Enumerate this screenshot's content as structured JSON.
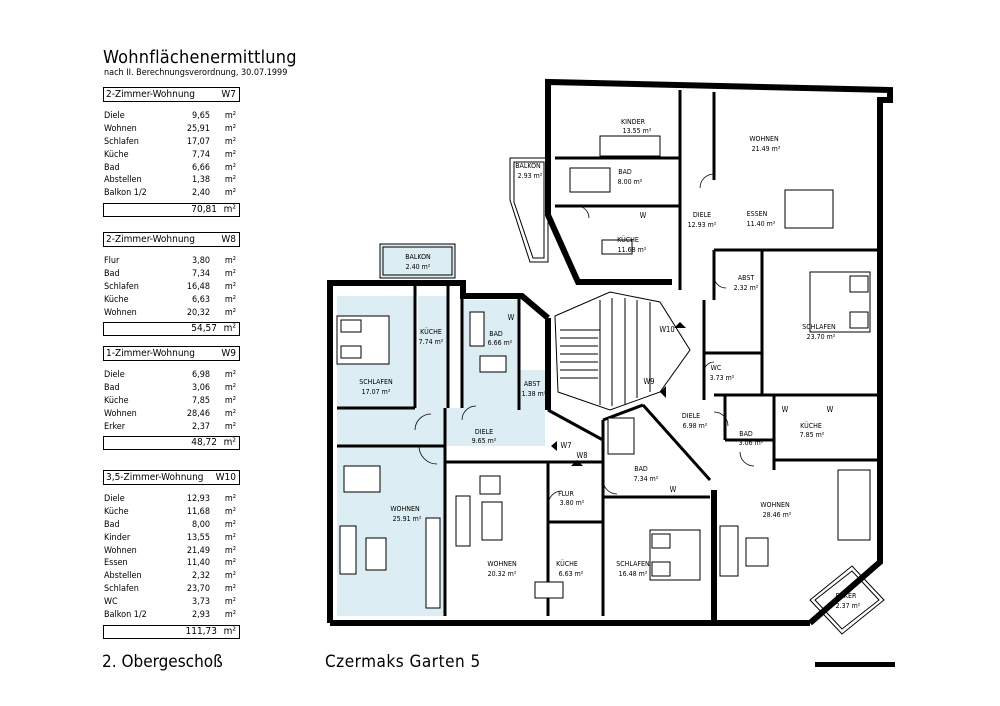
{
  "header": {
    "title": "Wohnflächenermittlung",
    "subtitle": "nach II. Berechnungsverordnung, 30.07.1999"
  },
  "tables": [
    {
      "name": "2-Zimmer-Wohnung",
      "code": "W7",
      "rows": [
        {
          "label": "Diele",
          "value": "9,65",
          "unit": "m²"
        },
        {
          "label": "Wohnen",
          "value": "25,91",
          "unit": "m²"
        },
        {
          "label": "Schlafen",
          "value": "17,07",
          "unit": "m²"
        },
        {
          "label": "Küche",
          "value": "7,74",
          "unit": "m²"
        },
        {
          "label": "Bad",
          "value": "6,66",
          "unit": "m²"
        },
        {
          "label": "Abstellen",
          "value": "1,38",
          "unit": "m²"
        },
        {
          "label": "Balkon 1/2",
          "value": "2,40",
          "unit": "m²"
        }
      ],
      "total": "70,81",
      "total_unit": "m²"
    },
    {
      "name": "2-Zimmer-Wohnung",
      "code": "W8",
      "rows": [
        {
          "label": "Flur",
          "value": "3,80",
          "unit": "m²"
        },
        {
          "label": "Bad",
          "value": "7,34",
          "unit": "m²"
        },
        {
          "label": "Schlafen",
          "value": "16,48",
          "unit": "m²"
        },
        {
          "label": "Küche",
          "value": "6,63",
          "unit": "m²"
        },
        {
          "label": "Wohnen",
          "value": "20,32",
          "unit": "m²"
        }
      ],
      "total": "54,57",
      "total_unit": "m²"
    },
    {
      "name": "1-Zimmer-Wohnung",
      "code": "W9",
      "rows": [
        {
          "label": "Diele",
          "value": "6,98",
          "unit": "m²"
        },
        {
          "label": "Bad",
          "value": "3,06",
          "unit": "m²"
        },
        {
          "label": "Küche",
          "value": "7,85",
          "unit": "m²"
        },
        {
          "label": "Wohnen",
          "value": "28,46",
          "unit": "m²"
        },
        {
          "label": "Erker",
          "value": "2,37",
          "unit": "m²"
        }
      ],
      "total": "48,72",
      "total_unit": "m²"
    },
    {
      "name": "3,5-Zimmer-Wohnung",
      "code": "W10",
      "rows": [
        {
          "label": "Diele",
          "value": "12,93",
          "unit": "m²"
        },
        {
          "label": "Küche",
          "value": "11,68",
          "unit": "m²"
        },
        {
          "label": "Bad",
          "value": "8,00",
          "unit": "m²"
        },
        {
          "label": "Kinder",
          "value": "13,55",
          "unit": "m²"
        },
        {
          "label": "Wohnen",
          "value": "21,49",
          "unit": "m²"
        },
        {
          "label": "Essen",
          "value": "11,40",
          "unit": "m²"
        },
        {
          "label": "Abstellen",
          "value": "2,32",
          "unit": "m²"
        },
        {
          "label": "Schlafen",
          "value": "23,70",
          "unit": "m²"
        },
        {
          "label": "WC",
          "value": "3,73",
          "unit": "m²"
        },
        {
          "label": "Balkon 1/2",
          "value": "2,93",
          "unit": "m²"
        }
      ],
      "total": "111,73",
      "total_unit": "m²"
    }
  ],
  "footer": {
    "floor": "2. Obergeschoß",
    "address": "Czermaks Garten 5"
  },
  "plan": {
    "highlight_color": "#dcedf3",
    "wall_color": "#000000",
    "rooms": [
      {
        "id": "balkon-w7",
        "name": "BALKON",
        "area": "2.40 m²"
      },
      {
        "id": "schlafen-w7",
        "name": "SCHLAFEN",
        "area": "17.07 m²"
      },
      {
        "id": "kueche-w7",
        "name": "KÜCHE",
        "area": "7.74 m²"
      },
      {
        "id": "bad-w7",
        "name": "BAD",
        "area": "6.66 m²"
      },
      {
        "id": "abst-w7",
        "name": "ABST",
        "area": "1.38 m²"
      },
      {
        "id": "diele-w7",
        "name": "DIELE",
        "area": "9.65 m²"
      },
      {
        "id": "wohnen-w7",
        "name": "WOHNEN",
        "area": "25.91 m²"
      },
      {
        "id": "wohnen-w8",
        "name": "WOHNEN",
        "area": "20.32 m²"
      },
      {
        "id": "flur-w8",
        "name": "FLUR",
        "area": "3.80 m²"
      },
      {
        "id": "kueche-w8",
        "name": "KÜCHE",
        "area": "6.63 m²"
      },
      {
        "id": "bad-w8",
        "name": "BAD",
        "area": "7.34 m²"
      },
      {
        "id": "schlafen-w8",
        "name": "SCHLAFEN",
        "area": "16.48 m²"
      },
      {
        "id": "kinder-w10",
        "name": "KINDER",
        "area": "13.55 m²"
      },
      {
        "id": "balkon-w10",
        "name": "BALKON",
        "area": "2.93 m²"
      },
      {
        "id": "bad-w10",
        "name": "BAD",
        "area": "8.00 m²"
      },
      {
        "id": "kueche-w10",
        "name": "KÜCHE",
        "area": "11.68 m²"
      },
      {
        "id": "diele-w10",
        "name": "DIELE",
        "area": "12.93 m²"
      },
      {
        "id": "wohnen-w10",
        "name": "WOHNEN",
        "area": "21.49 m²"
      },
      {
        "id": "essen-w10",
        "name": "ESSEN",
        "area": "11.40 m²"
      },
      {
        "id": "abst-w10",
        "name": "ABST",
        "area": "2.32 m²"
      },
      {
        "id": "schlafen-w10",
        "name": "SCHLAFEN",
        "area": "23.70 m²"
      },
      {
        "id": "wc-w10",
        "name": "WC",
        "area": "3.73 m²"
      },
      {
        "id": "diele-w9",
        "name": "DIELE",
        "area": "6.98 m²"
      },
      {
        "id": "bad-w9",
        "name": "BAD",
        "area": "3.06 m²"
      },
      {
        "id": "kueche-w9",
        "name": "KÜCHE",
        "area": "7.85 m²"
      },
      {
        "id": "wohnen-w9",
        "name": "WOHNEN",
        "area": "28.46 m²"
      },
      {
        "id": "erker-w9",
        "name": "ERKER",
        "area": "2.37 m²"
      }
    ],
    "unit_markers": [
      "W7",
      "W8",
      "W9",
      "W10"
    ],
    "fixture_labels": {
      "wall_unit": "W"
    }
  }
}
